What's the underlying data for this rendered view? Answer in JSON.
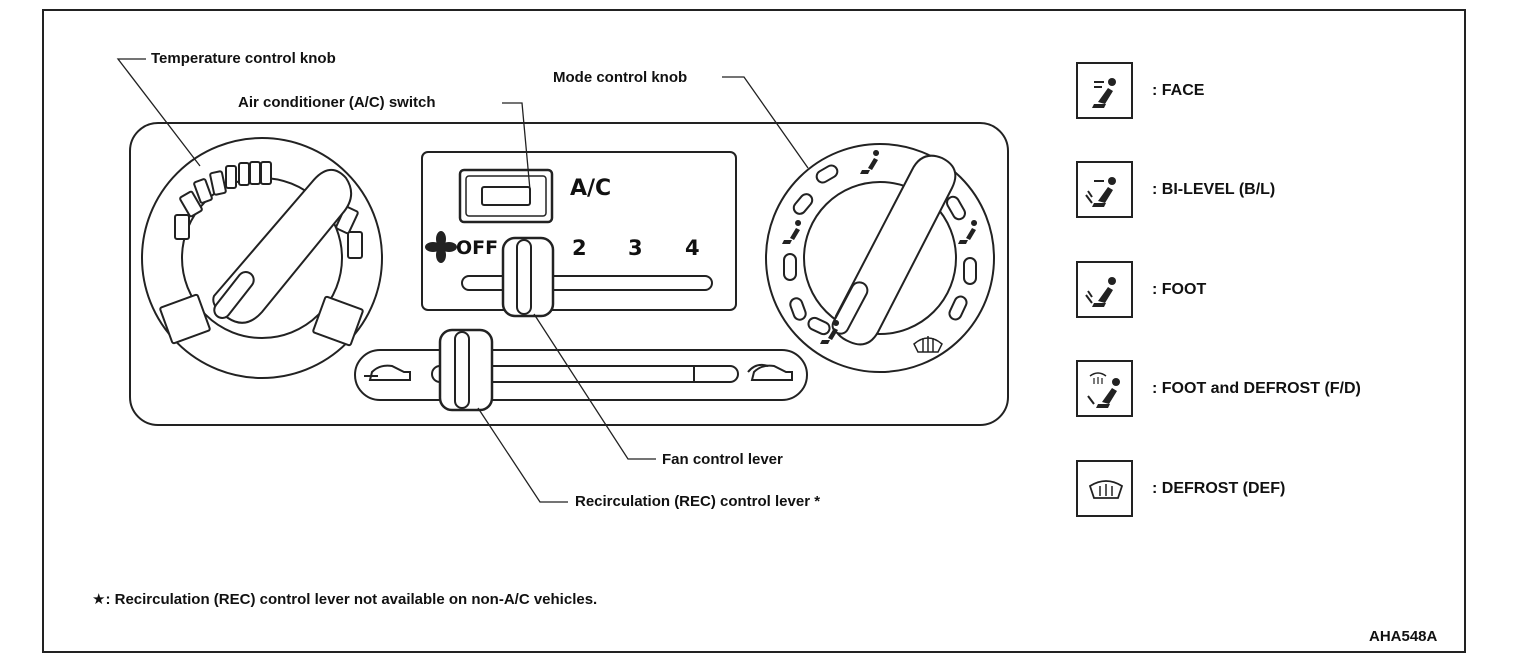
{
  "labels": {
    "temperature_knob": "Temperature control knob",
    "ac_switch": "Air conditioner (A/C) switch",
    "mode_knob": "Mode control knob",
    "fan_lever": "Fan control lever",
    "rec_lever": "Recirculation (REC) control lever *"
  },
  "panel": {
    "ac_label": "A/C",
    "fan_off": "OFF",
    "fan_speeds": [
      "2",
      "3",
      "4"
    ]
  },
  "legend": [
    {
      "icon": "face-vent-icon",
      "text": ": FACE"
    },
    {
      "icon": "bi-level-icon",
      "text": ": BI-LEVEL (B/L)"
    },
    {
      "icon": "foot-icon",
      "text": ": FOOT"
    },
    {
      "icon": "foot-defrost-icon",
      "text": ": FOOT and DEFROST (F/D)"
    },
    {
      "icon": "defrost-icon",
      "text": ": DEFROST (DEF)"
    }
  ],
  "footnote": "★: Recirculation (REC) control lever not available on non-A/C vehicles.",
  "figure_code": "AHA548A"
}
